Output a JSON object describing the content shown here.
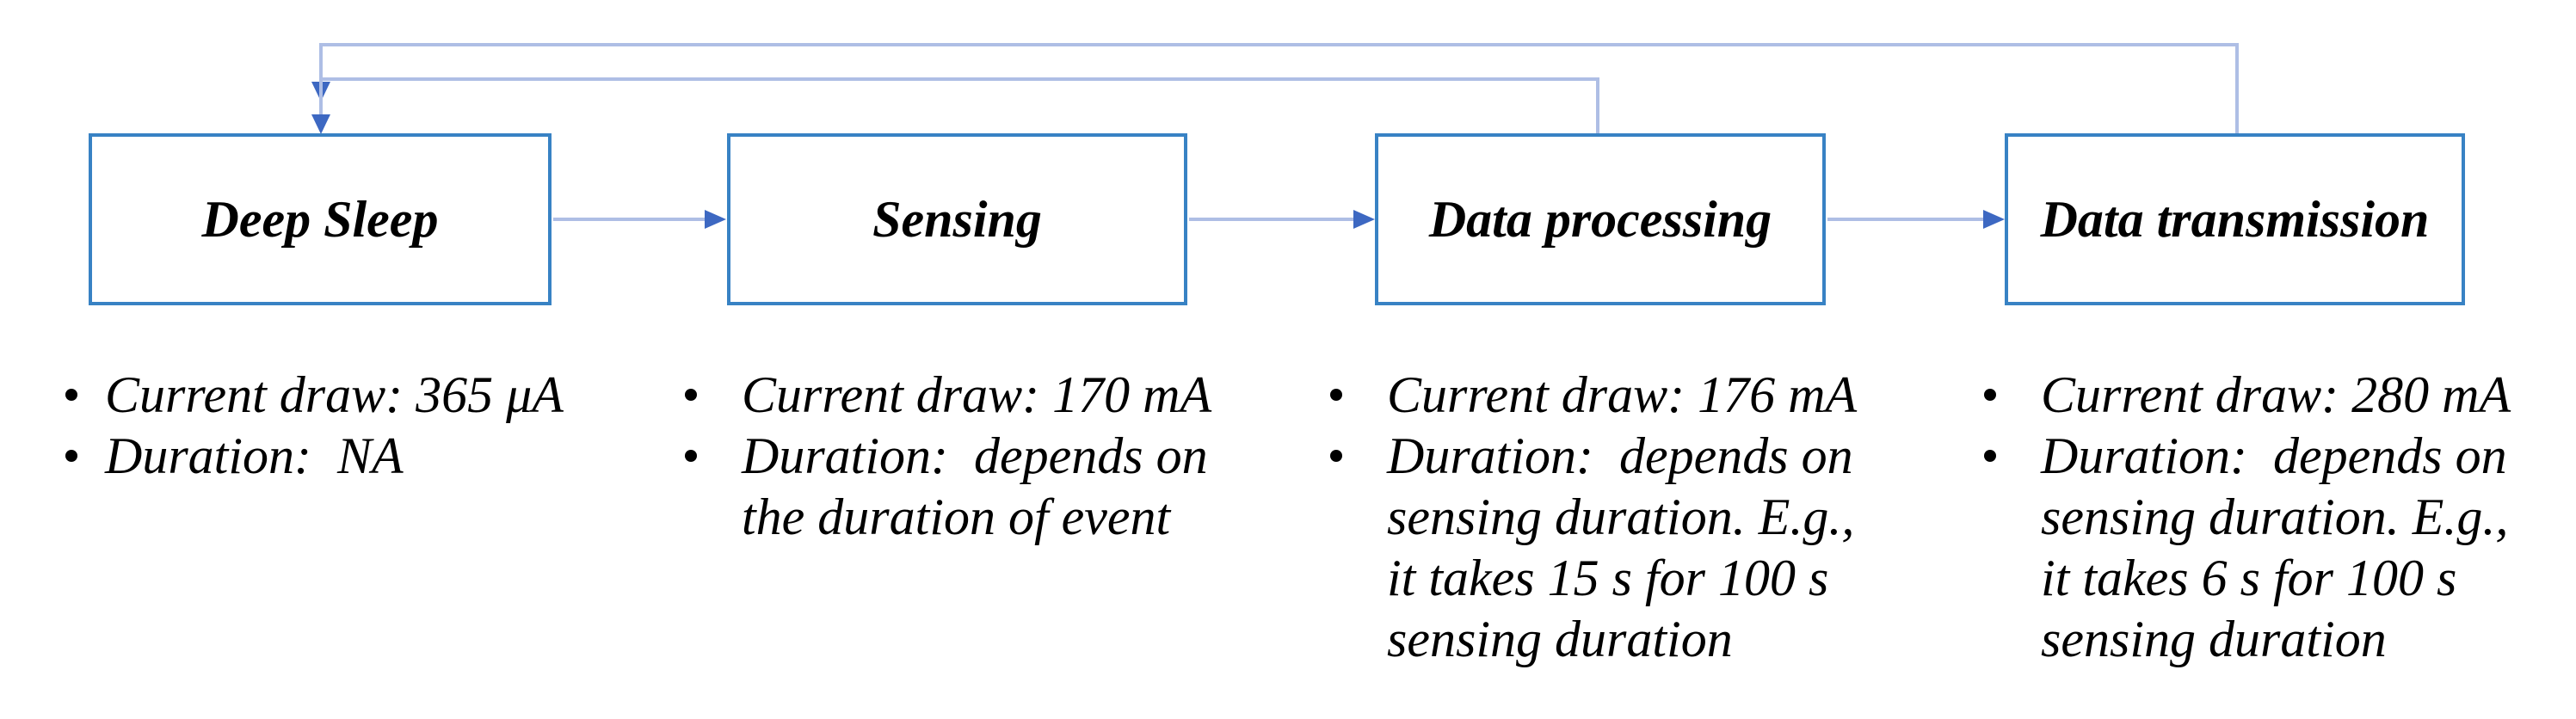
{
  "diagram": {
    "states": [
      {
        "title": "Deep Sleep",
        "bullets": [
          [
            "Current draw: 365 μA"
          ],
          [
            "Duration:  NA"
          ]
        ]
      },
      {
        "title": "Sensing",
        "bullets": [
          [
            "Current draw: 170 mA"
          ],
          [
            "Duration:  depends on",
            "the duration of event"
          ]
        ]
      },
      {
        "title": "Data processing",
        "bullets": [
          [
            "Current draw: 176 mA"
          ],
          [
            "Duration:  depends on",
            "sensing duration. E.g.,",
            "it takes 15 s for 100 s",
            "sensing duration"
          ]
        ]
      },
      {
        "title": "Data transmission",
        "bullets": [
          [
            "Current draw: 280 mA"
          ],
          [
            "Duration:  depends on",
            "sensing duration. E.g.,",
            "it takes 6 s for 100 s",
            "sensing duration"
          ]
        ]
      }
    ],
    "colors": {
      "box_border": "#3882C4",
      "connector_line": "#AEBEE5",
      "arrowhead": "#3D68C2",
      "text": "#000000",
      "background": "#FFFFFF"
    }
  }
}
